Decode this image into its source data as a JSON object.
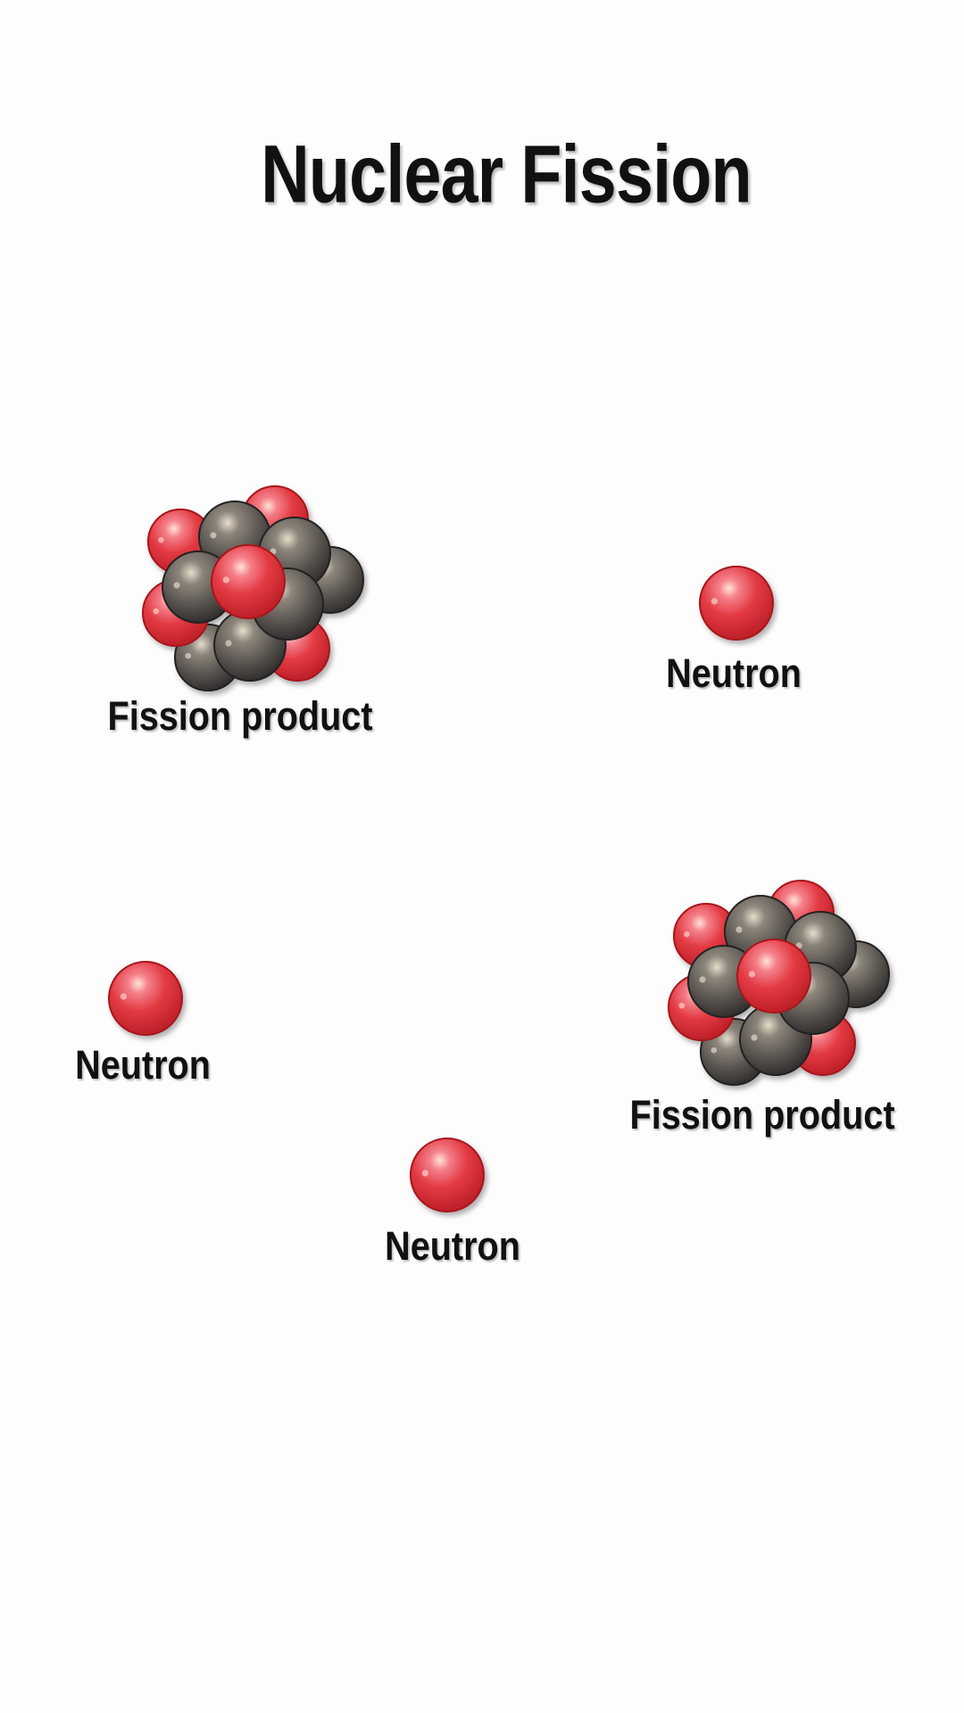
{
  "title": "Nuclear Fission",
  "labels": {
    "fission_product_1": "Fission product",
    "fission_product_2": "Fission product",
    "neutron_1": "Neutron",
    "neutron_2": "Neutron",
    "neutron_3": "Neutron"
  },
  "colors": {
    "neutron": "#e0323a",
    "proton_dark": "#5a5550",
    "background": "#fdfdfd"
  }
}
